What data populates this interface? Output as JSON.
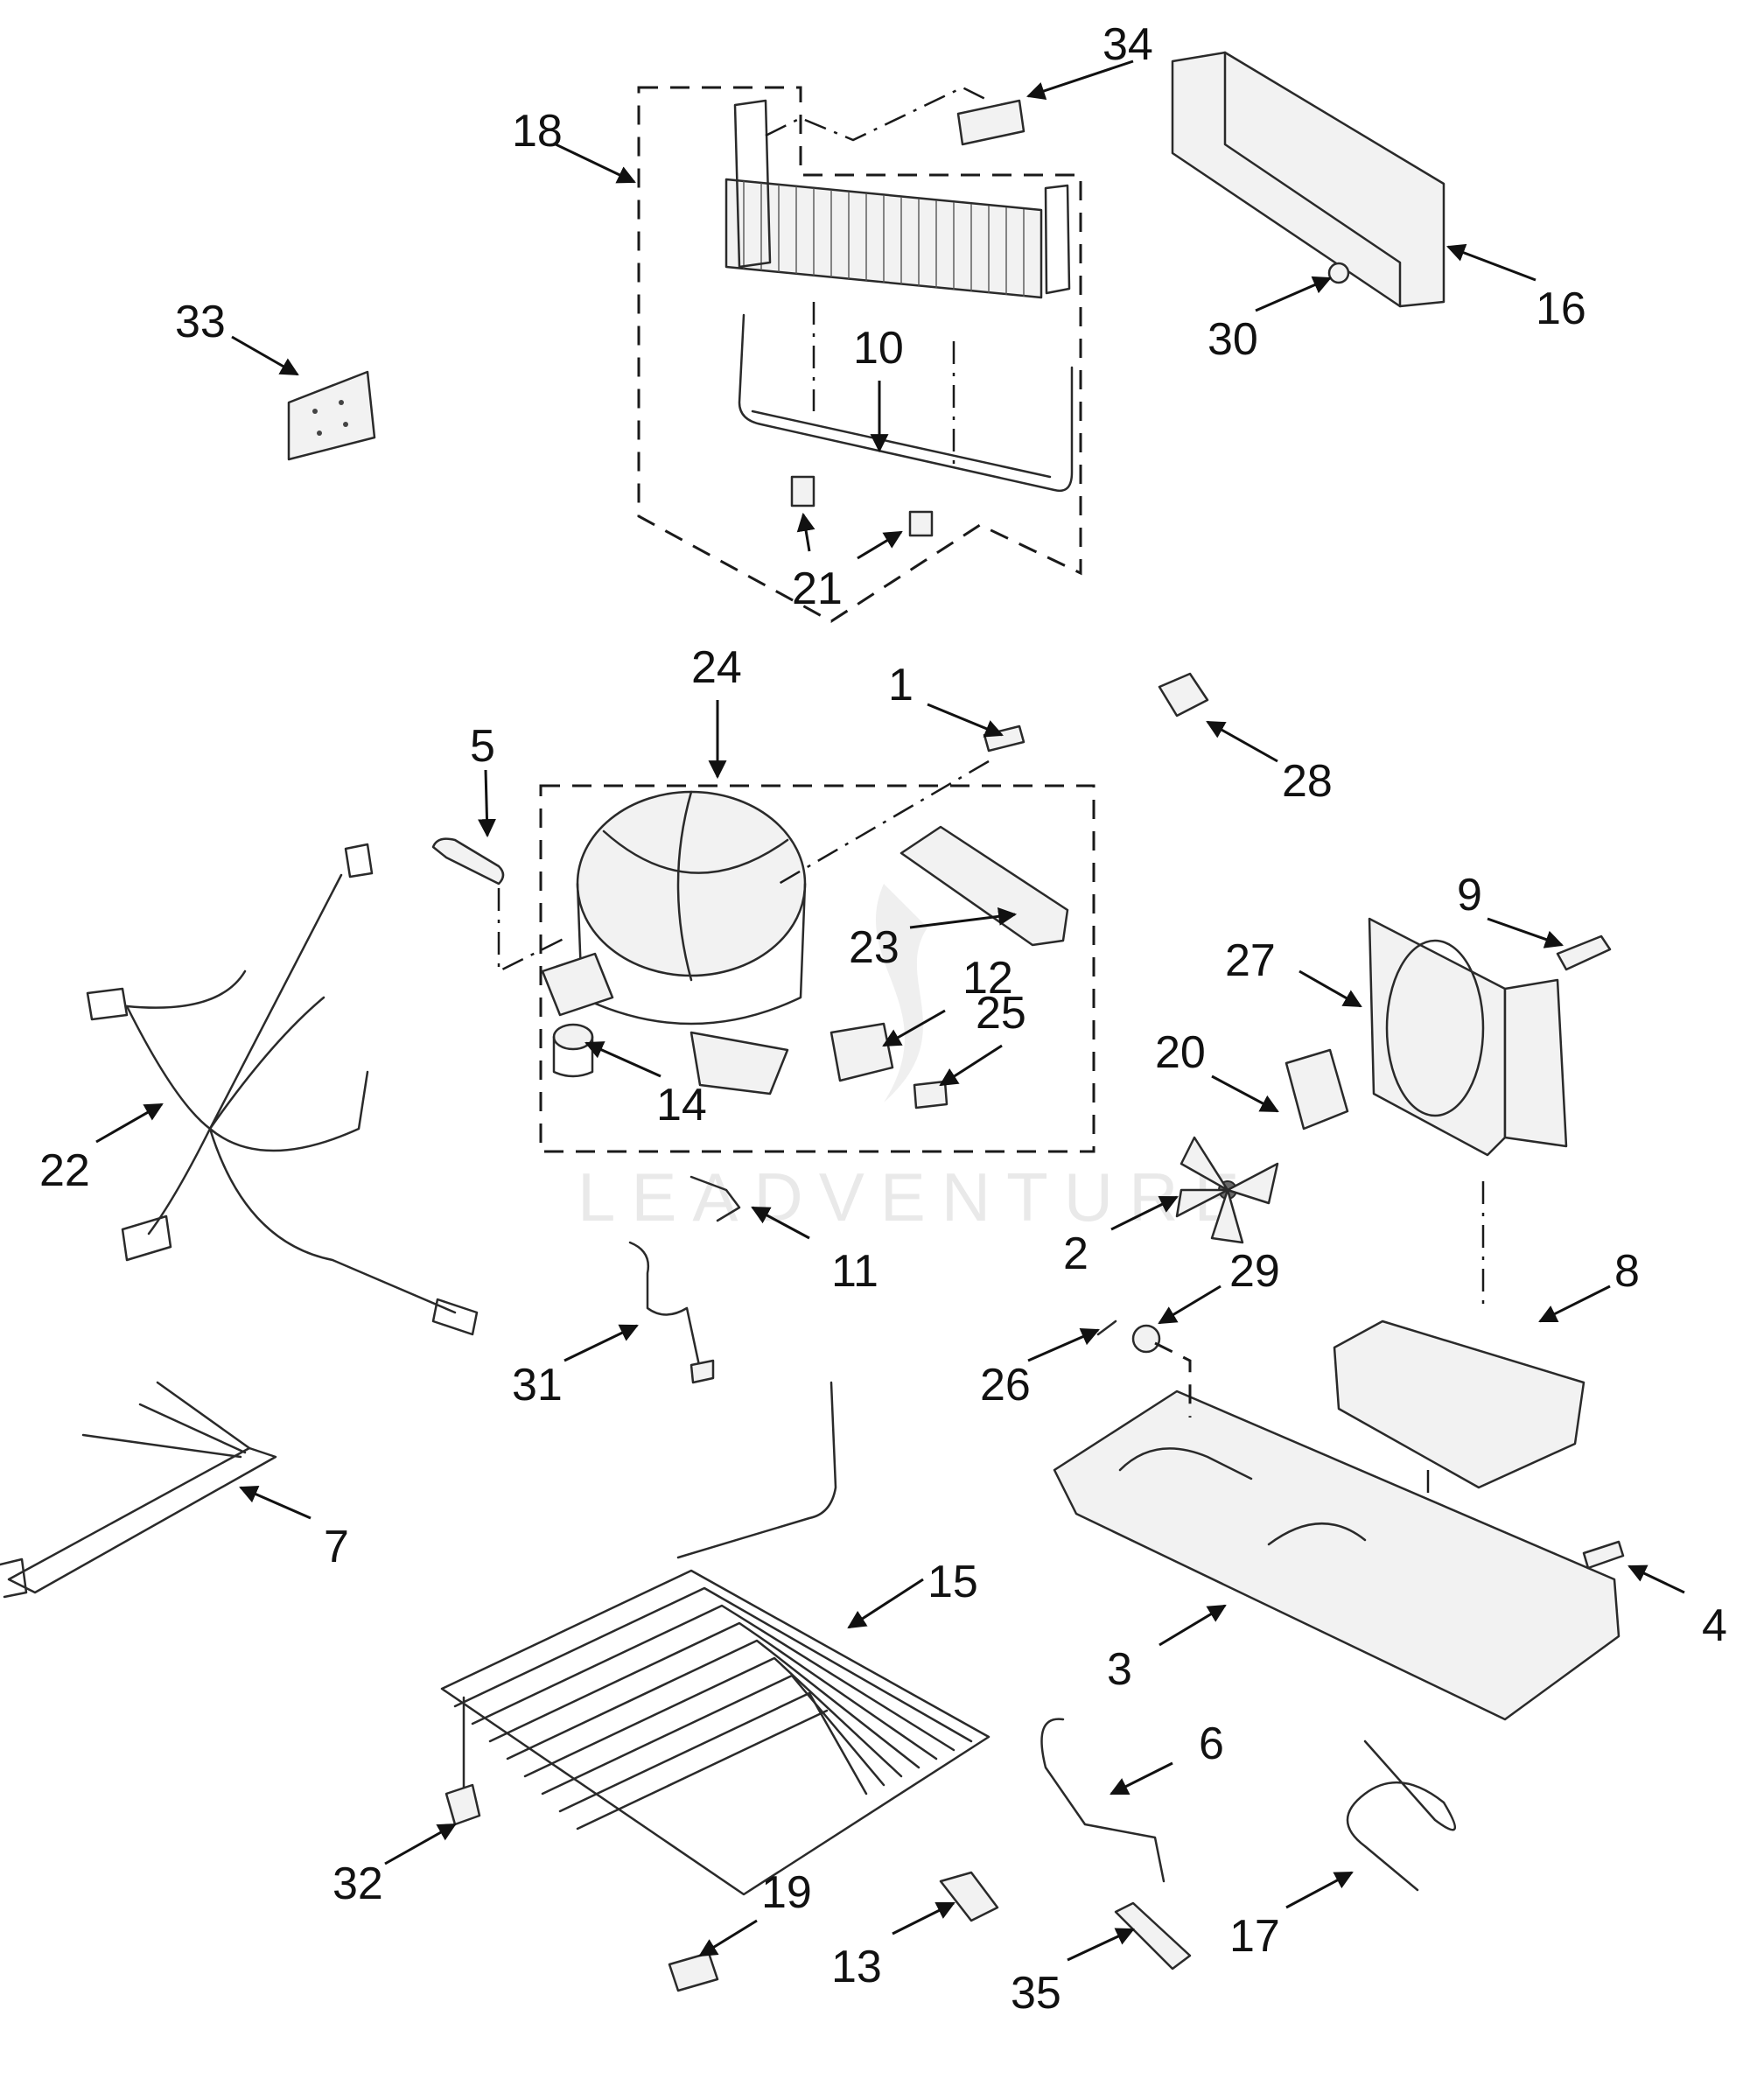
{
  "watermark": "LEADVENTURE",
  "callouts": [
    {
      "id": "1",
      "label": "1"
    },
    {
      "id": "2",
      "label": "2"
    },
    {
      "id": "3",
      "label": "3"
    },
    {
      "id": "4",
      "label": "4"
    },
    {
      "id": "5",
      "label": "5"
    },
    {
      "id": "6",
      "label": "6"
    },
    {
      "id": "7",
      "label": "7"
    },
    {
      "id": "8",
      "label": "8"
    },
    {
      "id": "9",
      "label": "9"
    },
    {
      "id": "10",
      "label": "10"
    },
    {
      "id": "11",
      "label": "11"
    },
    {
      "id": "12",
      "label": "12"
    },
    {
      "id": "13",
      "label": "13"
    },
    {
      "id": "14",
      "label": "14"
    },
    {
      "id": "15",
      "label": "15"
    },
    {
      "id": "16",
      "label": "16"
    },
    {
      "id": "17",
      "label": "17"
    },
    {
      "id": "18",
      "label": "18"
    },
    {
      "id": "19",
      "label": "19"
    },
    {
      "id": "20",
      "label": "20"
    },
    {
      "id": "21",
      "label": "21"
    },
    {
      "id": "22",
      "label": "22"
    },
    {
      "id": "23",
      "label": "23"
    },
    {
      "id": "24",
      "label": "24"
    },
    {
      "id": "25",
      "label": "25"
    },
    {
      "id": "26",
      "label": "26"
    },
    {
      "id": "27",
      "label": "27"
    },
    {
      "id": "28",
      "label": "28"
    },
    {
      "id": "29",
      "label": "29"
    },
    {
      "id": "30",
      "label": "30"
    },
    {
      "id": "31",
      "label": "31"
    },
    {
      "id": "32",
      "label": "32"
    },
    {
      "id": "33",
      "label": "33"
    },
    {
      "id": "34",
      "label": "34"
    },
    {
      "id": "35",
      "label": "35"
    }
  ]
}
